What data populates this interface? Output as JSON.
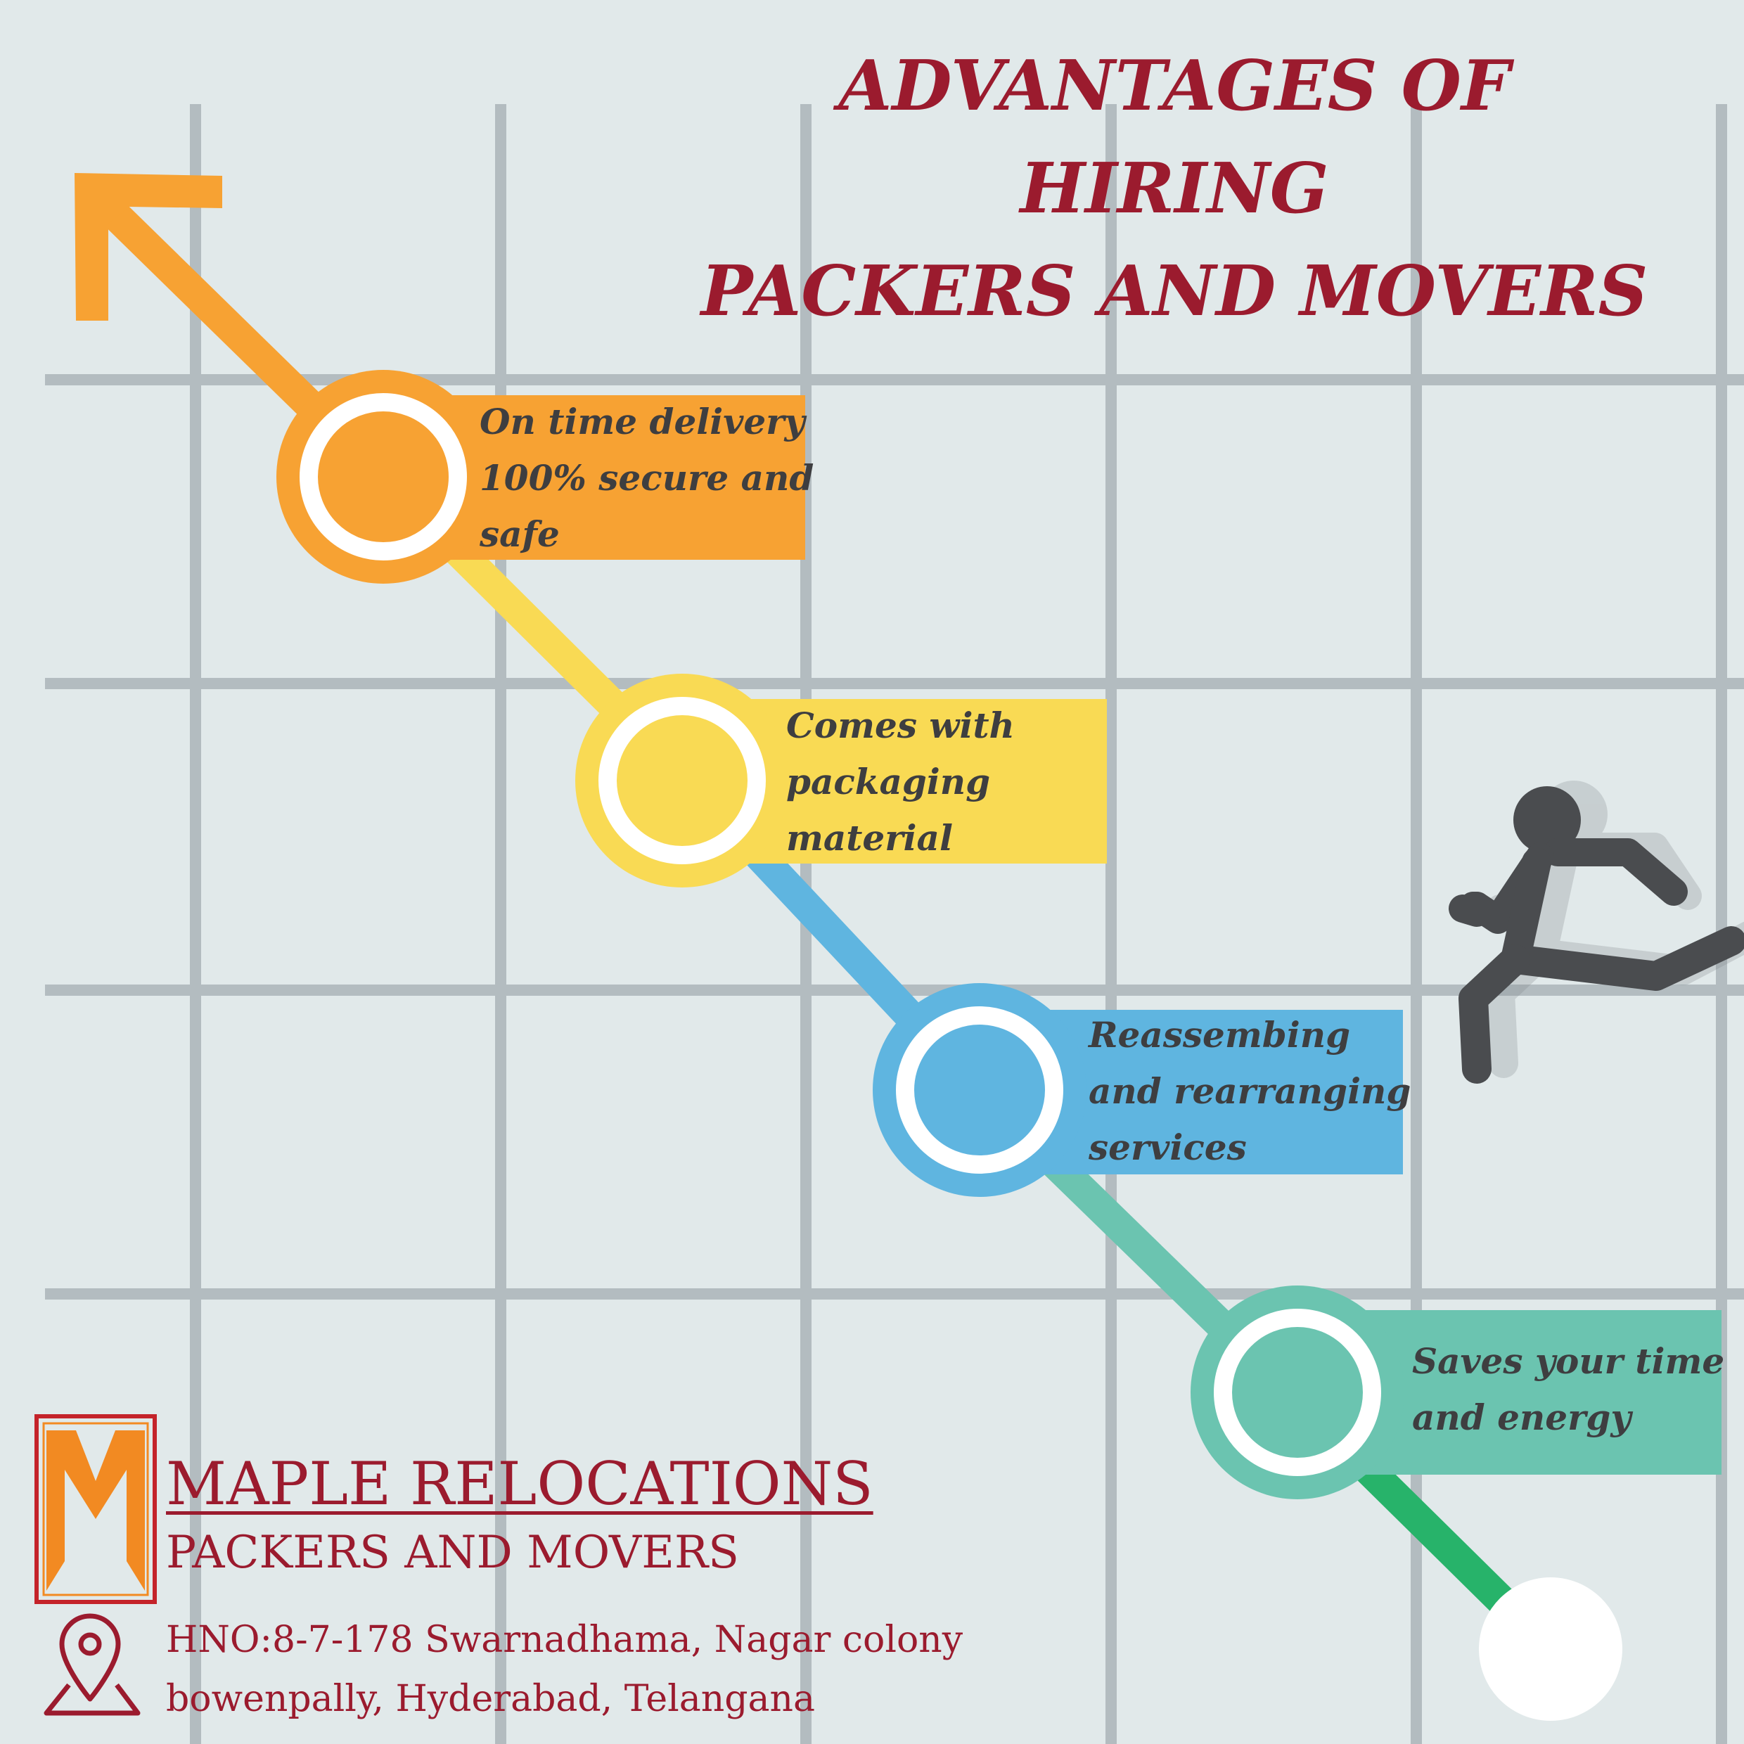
{
  "title": {
    "line1": "ADVANTAGES OF",
    "line2": "HIRING",
    "line3": "PACKERS AND MOVERS"
  },
  "steps": [
    {
      "lines": [
        "On time delivery",
        "100% secure and",
        "safe"
      ],
      "color": "#f7a233"
    },
    {
      "lines": [
        "Comes with",
        "packaging",
        "material"
      ],
      "color": "#f9da54"
    },
    {
      "lines": [
        "Reassembing",
        "and rearranging",
        "services"
      ],
      "color": "#5fb5e0"
    },
    {
      "lines": [
        "Saves your time",
        "and energy"
      ],
      "color": "#6bc4b0"
    }
  ],
  "brand": {
    "name": "MAPLE RELOCATIONS",
    "subtitle": "PACKERS AND MOVERS",
    "address_line1": "HNO:8-7-178 Swarnadhama, Nagar colony",
    "address_line2": "bowenpally, Hyderabad, Telangana"
  },
  "icons": {
    "arrow": "arrow-up-left-icon",
    "runner": "running-person-icon",
    "location": "location-pin-icon",
    "logo": "maple-m-logo"
  },
  "colors": {
    "title": "#9b1b2e",
    "text": "#3e3e40",
    "green_tail": "#27b36a",
    "grid": "#a8b2b6",
    "background": "#e1e9ea"
  }
}
